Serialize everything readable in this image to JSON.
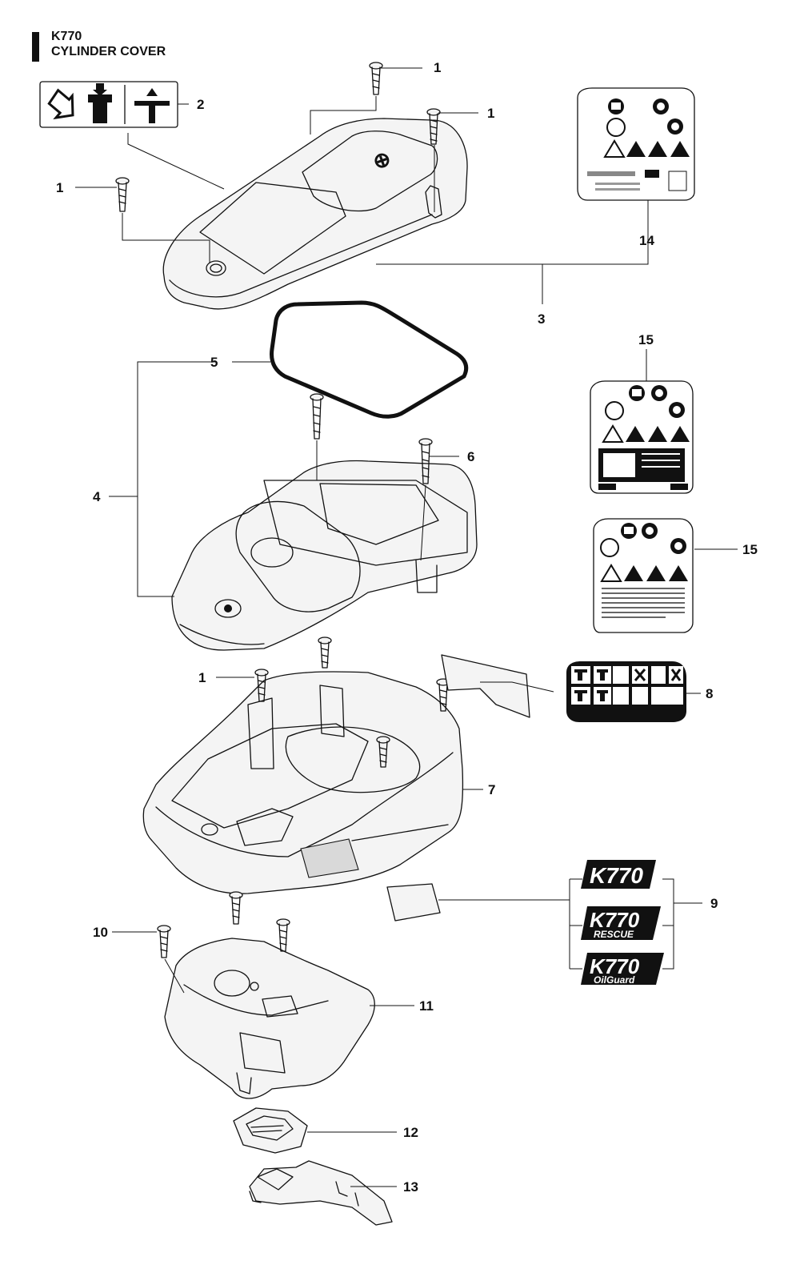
{
  "header": {
    "model": "K770",
    "title": "CYLINDER COVER"
  },
  "callouts": {
    "c1a": "1",
    "c1b": "1",
    "c1c": "1",
    "c1d": "1",
    "c2": "2",
    "c3": "3",
    "c4": "4",
    "c5": "5",
    "c6": "6",
    "c7": "7",
    "c8": "8",
    "c9": "9",
    "c10": "10",
    "c11": "11",
    "c12": "12",
    "c13": "13",
    "c14": "14",
    "c15a": "15",
    "c15b": "15"
  },
  "badges": {
    "model_main": "K770",
    "rescue_sub": "RESCUE",
    "oilguard_sub": "OilGuard"
  },
  "colors": {
    "ink": "#111111",
    "paper": "#ffffff"
  }
}
